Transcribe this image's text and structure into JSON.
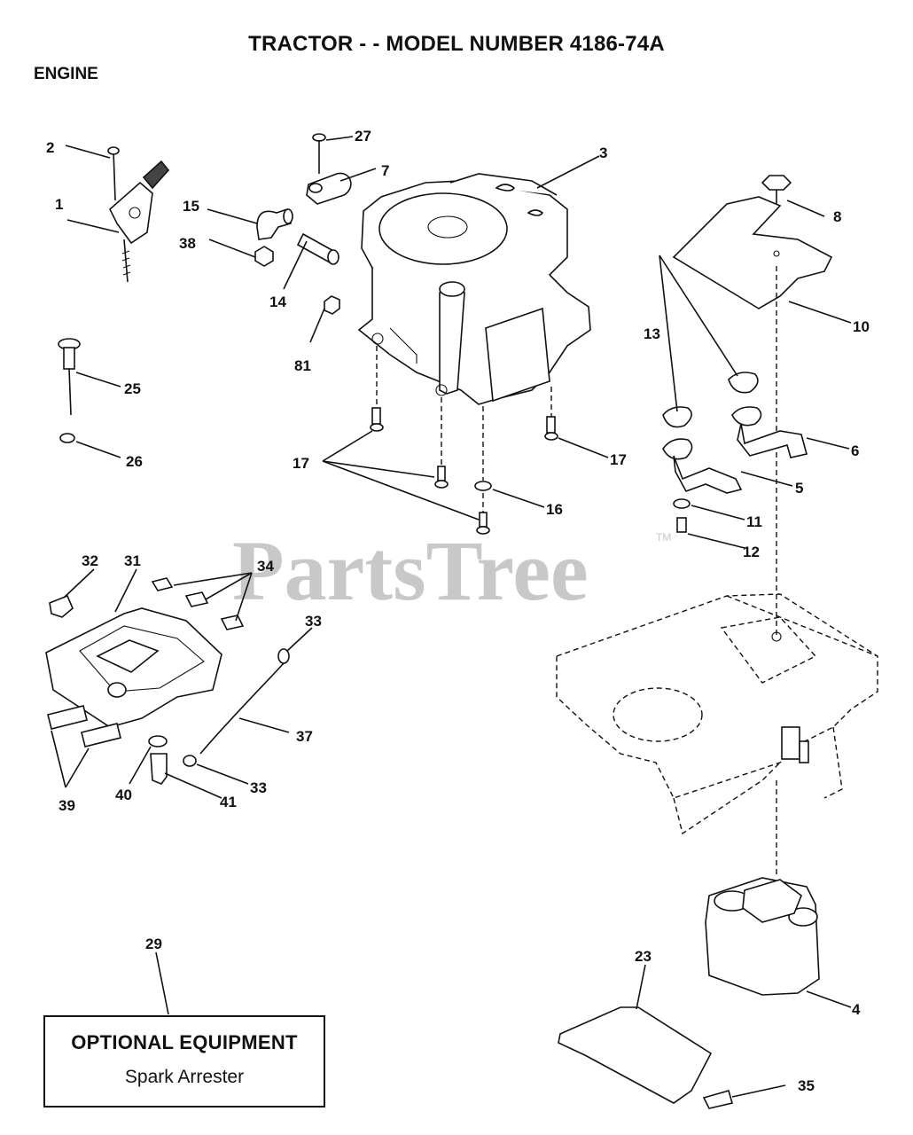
{
  "header": {
    "title": "TRACTOR - - MODEL NUMBER 4186-74A",
    "section": "ENGINE"
  },
  "watermark": {
    "text": "PartsTree",
    "mark": "TM"
  },
  "callouts": [
    {
      "id": "c1",
      "label": "1"
    },
    {
      "id": "c2",
      "label": "2"
    },
    {
      "id": "c3",
      "label": "3"
    },
    {
      "id": "c4",
      "label": "4"
    },
    {
      "id": "c5",
      "label": "5"
    },
    {
      "id": "c6",
      "label": "6"
    },
    {
      "id": "c7",
      "label": "7"
    },
    {
      "id": "c8",
      "label": "8"
    },
    {
      "id": "c10",
      "label": "10"
    },
    {
      "id": "c11",
      "label": "11"
    },
    {
      "id": "c12",
      "label": "12"
    },
    {
      "id": "c13",
      "label": "13"
    },
    {
      "id": "c14",
      "label": "14"
    },
    {
      "id": "c15",
      "label": "15"
    },
    {
      "id": "c16",
      "label": "16"
    },
    {
      "id": "c17a",
      "label": "17"
    },
    {
      "id": "c17b",
      "label": "17"
    },
    {
      "id": "c23",
      "label": "23"
    },
    {
      "id": "c25",
      "label": "25"
    },
    {
      "id": "c26",
      "label": "26"
    },
    {
      "id": "c27",
      "label": "27"
    },
    {
      "id": "c29",
      "label": "29"
    },
    {
      "id": "c31",
      "label": "31"
    },
    {
      "id": "c32",
      "label": "32"
    },
    {
      "id": "c33a",
      "label": "33"
    },
    {
      "id": "c33b",
      "label": "33"
    },
    {
      "id": "c34",
      "label": "34"
    },
    {
      "id": "c35",
      "label": "35"
    },
    {
      "id": "c37",
      "label": "37"
    },
    {
      "id": "c38",
      "label": "38"
    },
    {
      "id": "c39",
      "label": "39"
    },
    {
      "id": "c40",
      "label": "40"
    },
    {
      "id": "c41",
      "label": "41"
    },
    {
      "id": "c81",
      "label": "81"
    }
  ],
  "optional_equipment": {
    "title": "OPTIONAL EQUIPMENT",
    "item": "Spark Arrester"
  }
}
